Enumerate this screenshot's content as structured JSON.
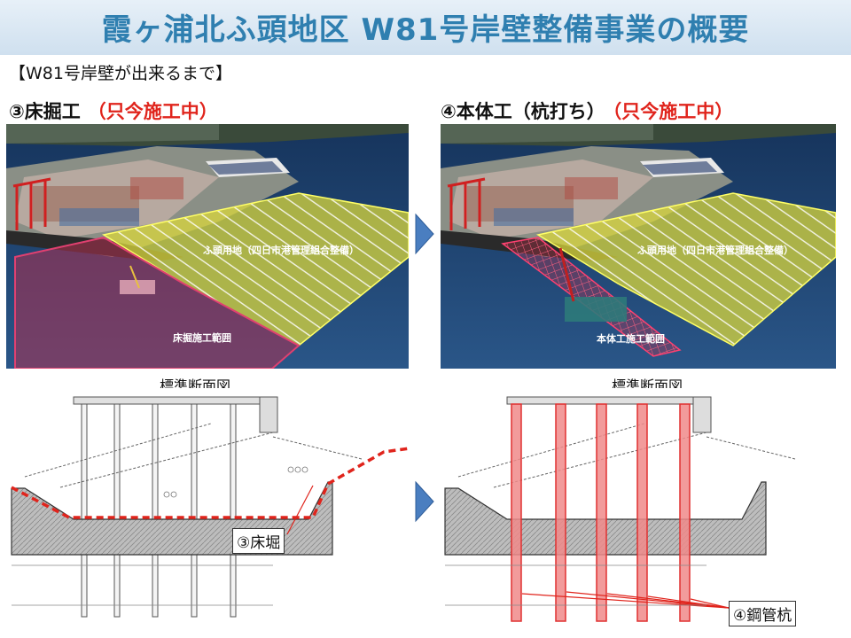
{
  "header": {
    "title": "霞ヶ浦北ふ頭地区 W81号岸壁整備事業の概要"
  },
  "subtitle": "【W81号岸壁が出来るまで】",
  "steps": [
    {
      "label": "③床掘工",
      "status": "（只今施工中）",
      "area_label": "ふ頭用地（四日市港管理組合整備）",
      "work_label": "床掘施工範囲"
    },
    {
      "label": "④本体工（杭打ち）",
      "status": "（只今施工中）",
      "area_label": "ふ頭用地（四日市港管理組合整備）",
      "work_label": "本体工施工範囲"
    }
  ],
  "sections": [
    {
      "caption": "標準断面図",
      "callout": "③床堀"
    },
    {
      "caption": "標準断面図",
      "callout": "④鋼管杭"
    }
  ],
  "colors": {
    "title": "#2f7fb0",
    "status": "#e0241c",
    "arrow": "#4a7ec0",
    "yard_yellow": "#e6e23a",
    "work_red": "#c0304a",
    "sea": "#1c3a66"
  }
}
